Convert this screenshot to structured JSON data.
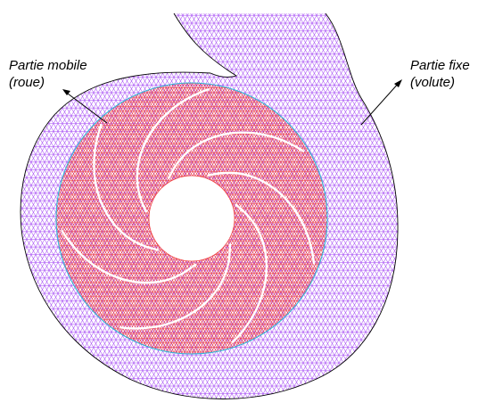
{
  "labels": {
    "rotating_part": {
      "line1": "Partie mobile",
      "line2": "(roue)"
    },
    "fixed_part": {
      "line1": "Partie fixe",
      "line2": "(volute)"
    }
  },
  "colors": {
    "background": "#ffffff",
    "volute_mesh": "#a64bf4",
    "impeller_mesh": "#ef3a3a",
    "interface": "#2fb8d8",
    "outline": "#000000",
    "blades": "#ffffff",
    "arrow": "#000000"
  },
  "impeller": {
    "blade_count": 7
  }
}
